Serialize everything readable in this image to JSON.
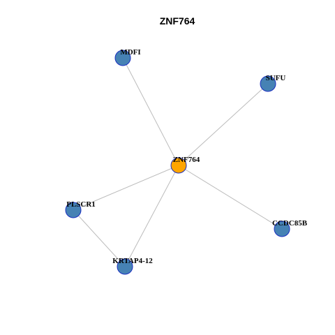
{
  "title": "ZNF764",
  "colors": {
    "hub": "#ffa500",
    "neighbor": "#4682b4",
    "node_border": "#1a2fc0",
    "edge": "#bbbbbb"
  },
  "nodes": [
    {
      "id": "ZNF764",
      "label": "ZNF764",
      "role": "hub"
    },
    {
      "id": "MDFI",
      "label": "MDFI",
      "role": "neighbor"
    },
    {
      "id": "SUFU",
      "label": "SUFU",
      "role": "neighbor"
    },
    {
      "id": "PLSCR1",
      "label": "PLSCR1",
      "role": "neighbor"
    },
    {
      "id": "CCDC85B",
      "label": "CCDC85B",
      "role": "neighbor"
    },
    {
      "id": "KRTAP4-12",
      "label": "KRTAP4-12",
      "role": "neighbor"
    }
  ],
  "edges": [
    {
      "source": "ZNF764",
      "target": "MDFI"
    },
    {
      "source": "ZNF764",
      "target": "SUFU"
    },
    {
      "source": "ZNF764",
      "target": "PLSCR1"
    },
    {
      "source": "ZNF764",
      "target": "CCDC85B"
    },
    {
      "source": "ZNF764",
      "target": "KRTAP4-12"
    },
    {
      "source": "PLSCR1",
      "target": "KRTAP4-12"
    }
  ]
}
